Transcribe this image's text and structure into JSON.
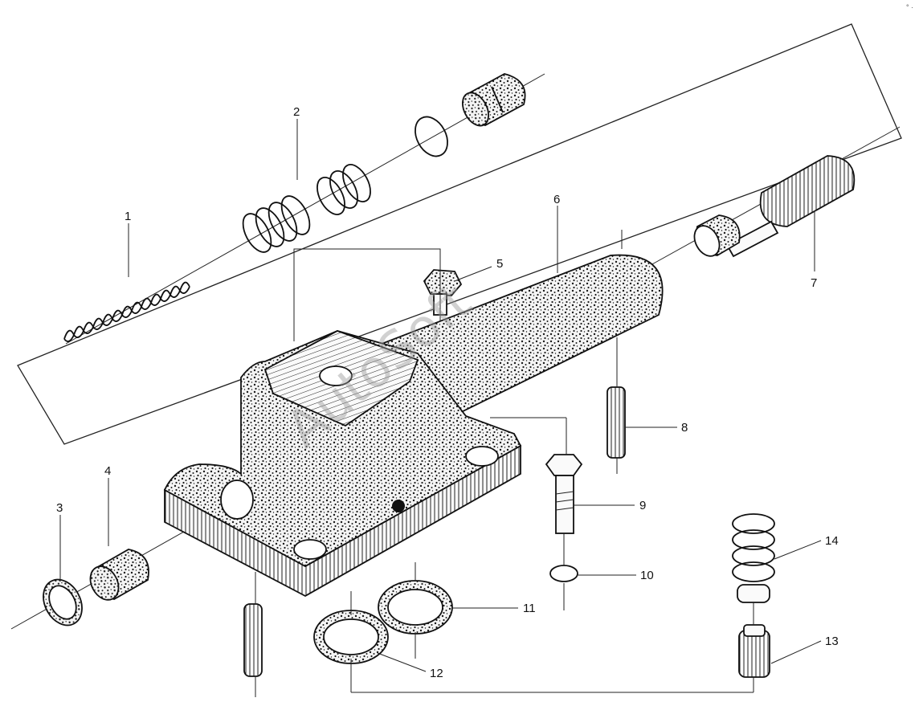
{
  "diagram": {
    "callouts": [
      {
        "id": "1",
        "label": "1"
      },
      {
        "id": "2",
        "label": "2"
      },
      {
        "id": "3",
        "label": "3"
      },
      {
        "id": "4",
        "label": "4"
      },
      {
        "id": "5",
        "label": "5"
      },
      {
        "id": "6",
        "label": "6"
      },
      {
        "id": "7",
        "label": "7"
      },
      {
        "id": "8",
        "label": "8"
      },
      {
        "id": "9",
        "label": "9"
      },
      {
        "id": "10",
        "label": "10"
      },
      {
        "id": "11",
        "label": "11"
      },
      {
        "id": "12",
        "label": "12"
      },
      {
        "id": "13",
        "label": "13"
      },
      {
        "id": "14",
        "label": "14"
      }
    ],
    "watermark": "AutoSoft",
    "corner_mark": "° ·"
  }
}
